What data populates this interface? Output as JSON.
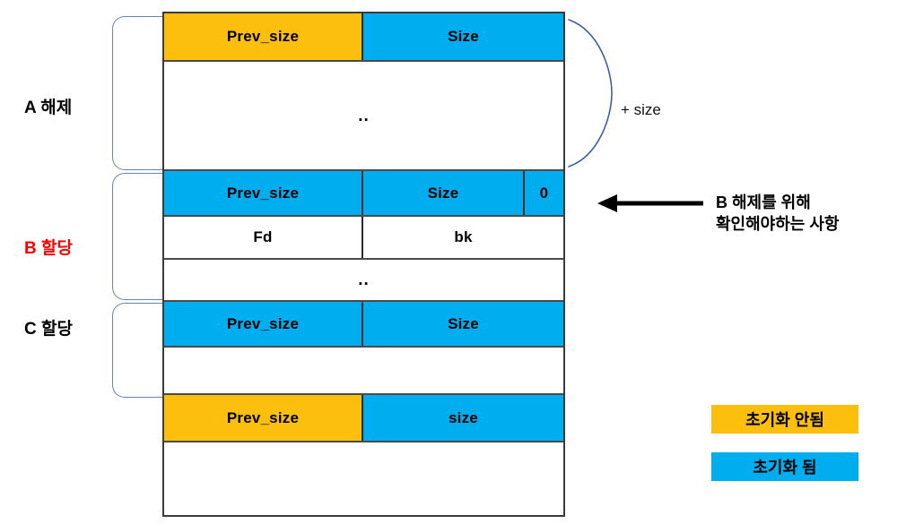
{
  "diagram": {
    "title_hidden": "Heap chunk layout (A free / B allocated / C allocated)",
    "colors": {
      "uninitialized": "#FCBF0D",
      "initialized": "#00AEEF",
      "border": "#3b3b3b",
      "brace": "#6a84b4",
      "highlight_text": "#FF0000",
      "arrow": "#000000"
    }
  },
  "sections": [
    {
      "label": "A 해제",
      "emphasis": false
    },
    {
      "label": "B 할당",
      "emphasis": true
    },
    {
      "label": "C 할당",
      "emphasis": false
    }
  ],
  "heap_rows": [
    {
      "row": "a-header",
      "cells": [
        {
          "text": "Prev_size",
          "fill": "uninitialized"
        },
        {
          "text": "Size",
          "fill": "initialized"
        }
      ]
    },
    {
      "row": "a-body",
      "cells": [
        {
          "text": "..",
          "fill": "white"
        }
      ]
    },
    {
      "row": "b-header",
      "cells": [
        {
          "text": "Prev_size",
          "fill": "initialized"
        },
        {
          "text": "Size",
          "fill": "initialized"
        },
        {
          "text": "0",
          "fill": "initialized"
        }
      ]
    },
    {
      "row": "b-links",
      "cells": [
        {
          "text": "Fd",
          "fill": "white"
        },
        {
          "text": "bk",
          "fill": "white"
        }
      ]
    },
    {
      "row": "b-body",
      "cells": [
        {
          "text": "..",
          "fill": "white"
        }
      ]
    },
    {
      "row": "c-header",
      "cells": [
        {
          "text": "Prev_size",
          "fill": "initialized"
        },
        {
          "text": "Size",
          "fill": "initialized"
        }
      ]
    },
    {
      "row": "c-body",
      "cells": [
        {
          "text": "",
          "fill": "white"
        }
      ]
    },
    {
      "row": "next-header",
      "cells": [
        {
          "text": "Prev_size",
          "fill": "uninitialized"
        },
        {
          "text": "size",
          "fill": "initialized"
        }
      ]
    },
    {
      "row": "next-body",
      "cells": [
        {
          "text": "",
          "fill": "white"
        }
      ]
    }
  ],
  "annotations": {
    "size_note": "+ size",
    "b_note_line1": "B 해제를 위해",
    "b_note_line2": "확인해야하는 사항"
  },
  "legend": [
    {
      "label": "초기화 안됨",
      "fill": "uninitialized"
    },
    {
      "label": "초기화 됨",
      "fill": "initialized"
    }
  ]
}
